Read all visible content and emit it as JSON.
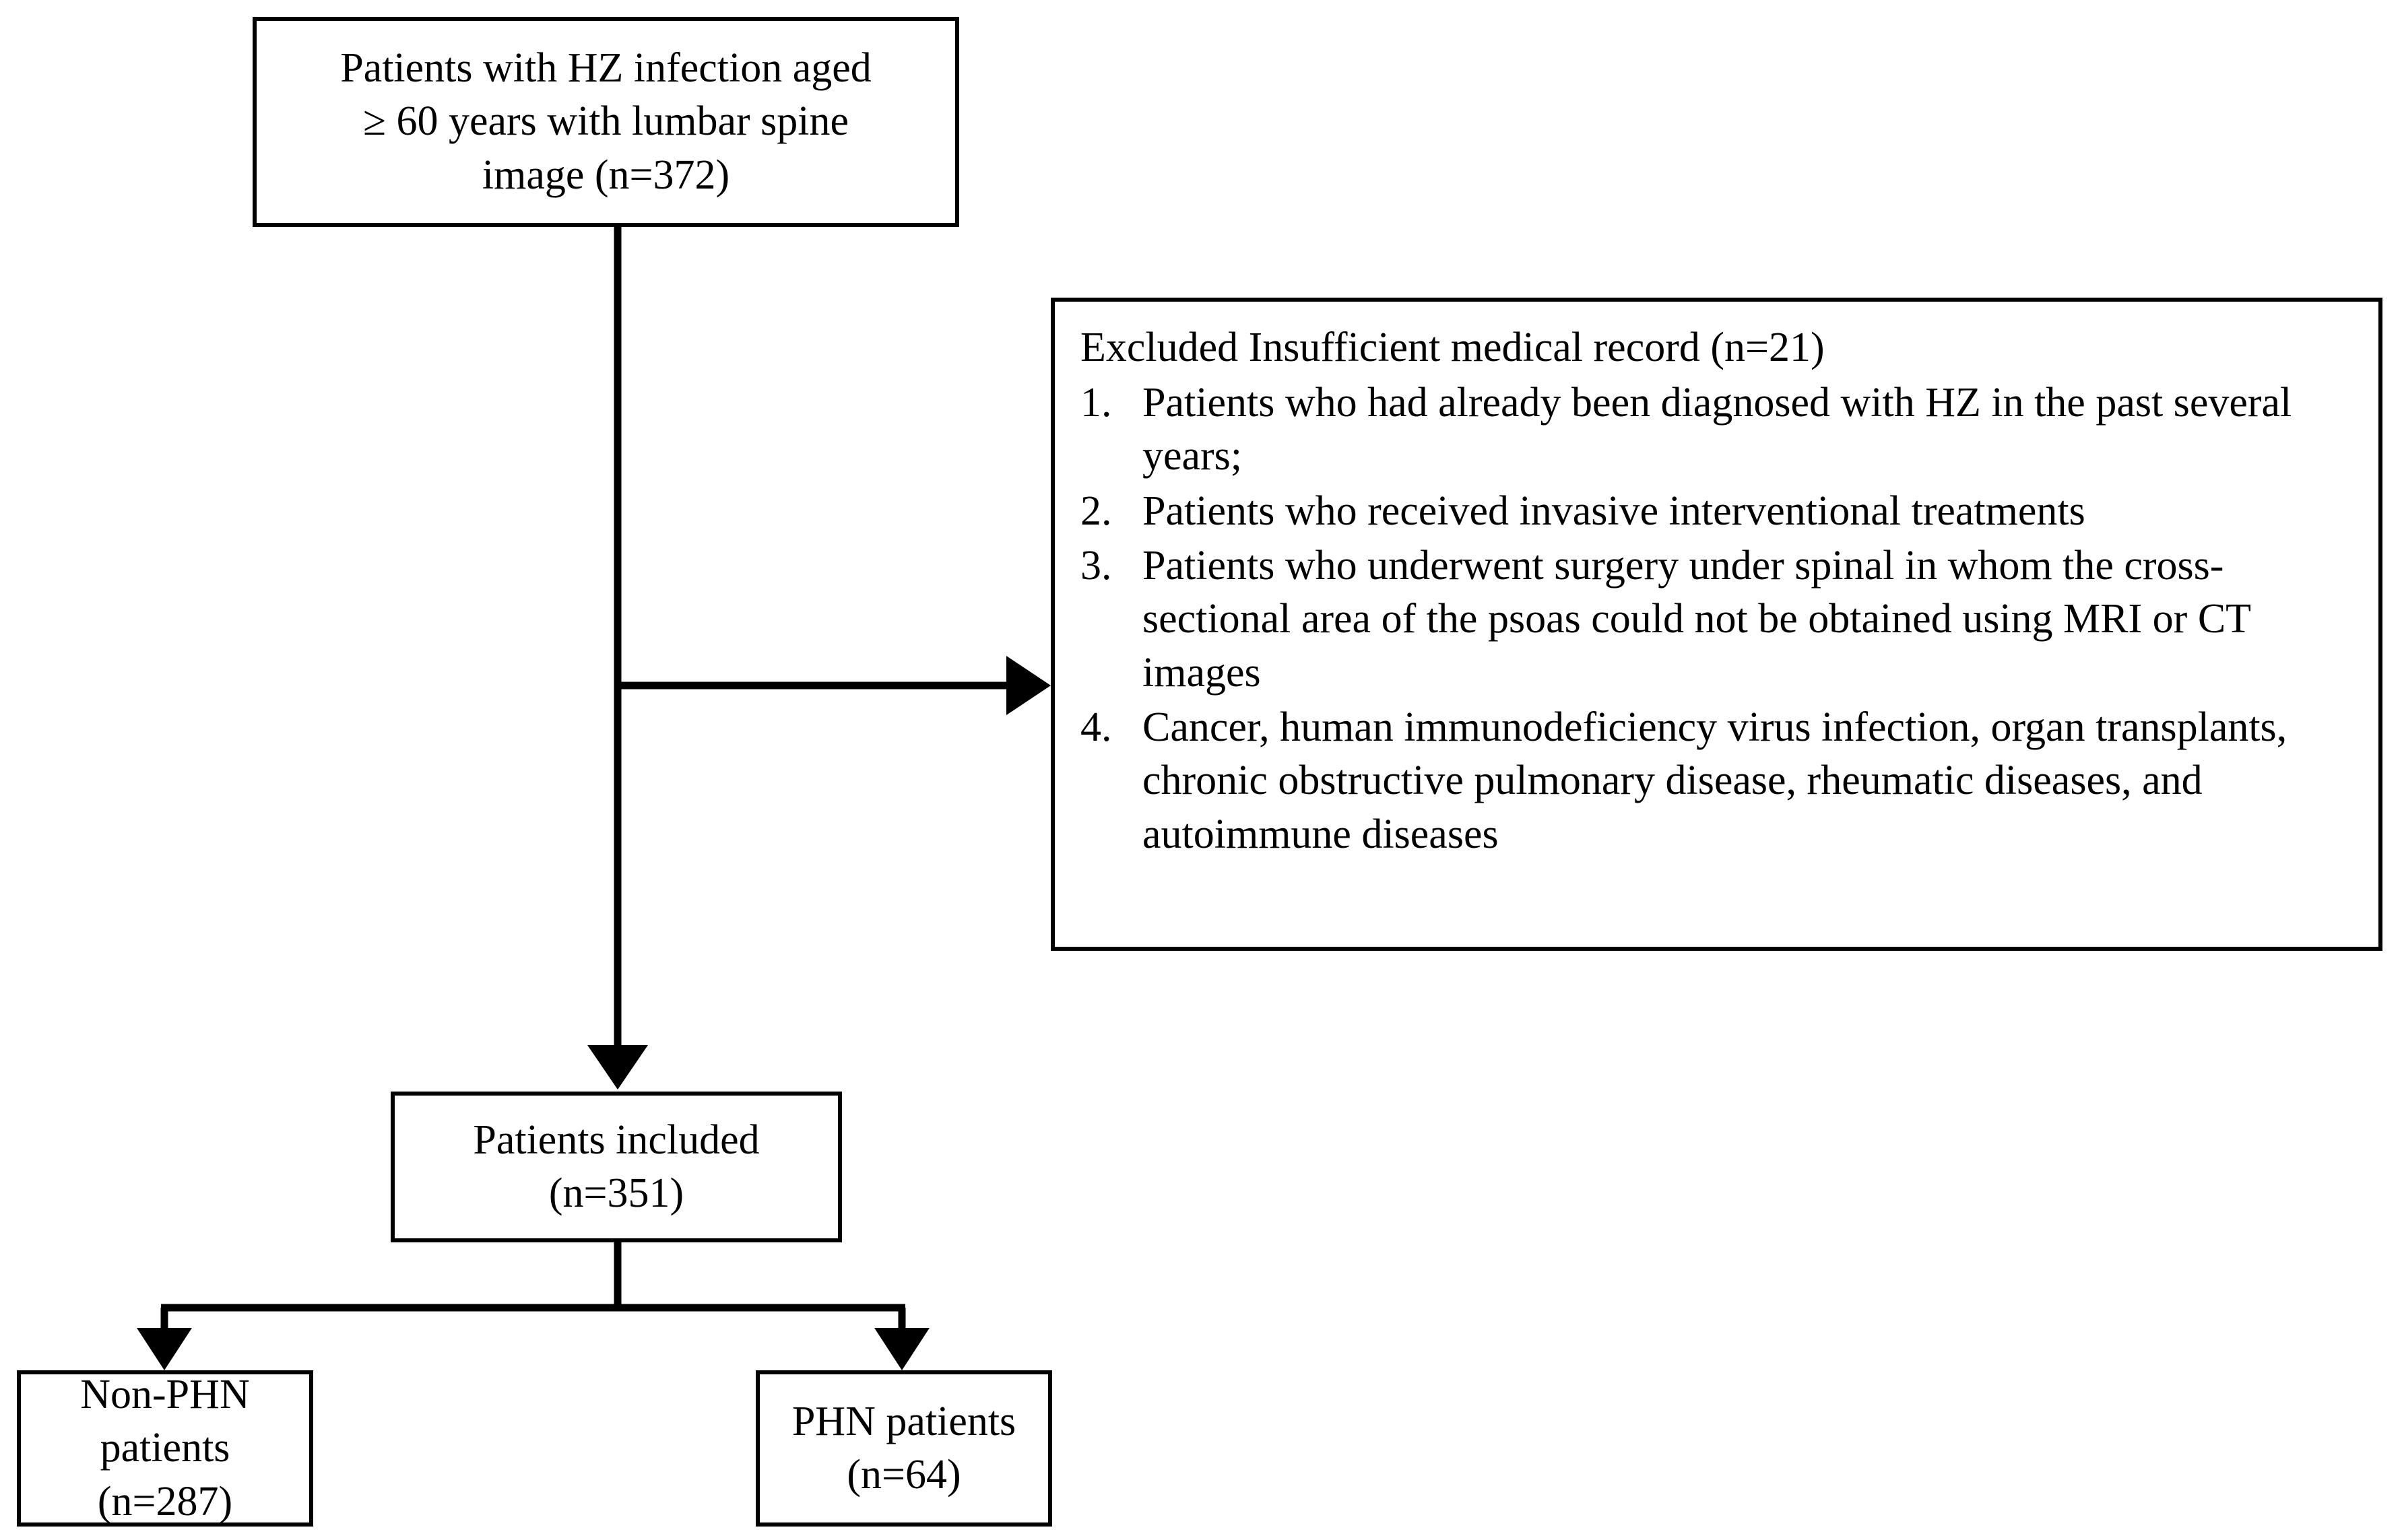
{
  "figure": {
    "type": "flowchart",
    "orientation": "top-down",
    "stroke_color": "#000000",
    "background_color": "#ffffff"
  },
  "nodes": {
    "eligible": {
      "text": "Patients with HZ infection aged\n≥ 60 years with lumbar spine\nimage (n=372)",
      "count_label": "n=372"
    },
    "excluded": {
      "heading": "Excluded Insufficient medical record (n=21)",
      "count_label": "n=21",
      "items": [
        {
          "marker": "1.",
          "text": "Patients who had already been diagnosed with HZ in the past several years;"
        },
        {
          "marker": "2.",
          "text": "Patients who received invasive interventional treatments"
        },
        {
          "marker": "3.",
          "text": "Patients who underwent surgery under spinal in whom the cross-sectional area of the psoas could not be obtained using MRI or CT images"
        },
        {
          "marker": "4.",
          "text": "Cancer, human immunodeficiency virus infection, organ transplants, chronic obstructive pulmonary disease, rheumatic diseases, and autoimmune diseases"
        }
      ]
    },
    "included": {
      "text": "Patients included\n(n=351)",
      "count_label": "n=351"
    },
    "non_phn": {
      "text": "Non-PHN patients\n(n=287)",
      "count_label": "n=287"
    },
    "phn": {
      "text": "PHN patients\n(n=64)",
      "count_label": "n=64"
    }
  },
  "connectors": [
    {
      "name": "eligible-to-included",
      "from": "eligible",
      "to": "included",
      "style": "vertical-arrow"
    },
    {
      "name": "trunk-to-excluded",
      "from": "eligible",
      "to": "excluded",
      "style": "horizontal-arrow-right"
    },
    {
      "name": "included-to-non-phn",
      "from": "included",
      "to": "non_phn",
      "style": "elbow-arrow-down-left"
    },
    {
      "name": "included-to-phn",
      "from": "included",
      "to": "phn",
      "style": "elbow-arrow-down-right"
    }
  ]
}
